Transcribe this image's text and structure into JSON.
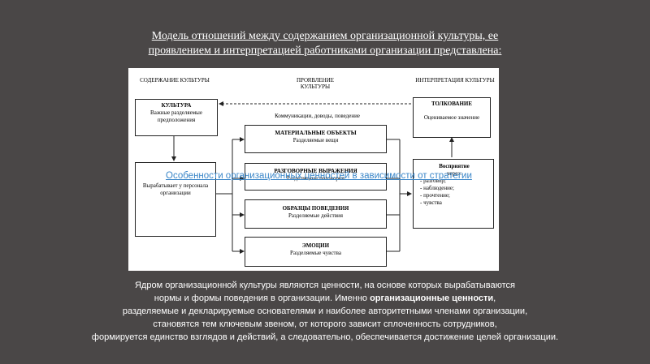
{
  "title": {
    "line1": "Модель отношений между содержанием организационной культуры, ее",
    "line2": "проявлением и интерпретацией работниками организации представлена:"
  },
  "diagram": {
    "col_left": "СОДЕРЖАНИЕ КУЛЬТУРЫ",
    "col_mid": "ПРОЯВЛЕНИЕ КУЛЬТУРЫ",
    "col_right": "ИНТЕРПРЕТАЦИЯ КУЛЬТУРЫ",
    "communications": "Коммуникации, доводы, поведение",
    "kultura": {
      "head": "КУЛЬТУРА",
      "body": "Важные разделяемые предположения"
    },
    "vyrab": {
      "body": "Вырабатывает у персонала организации"
    },
    "mat": {
      "head": "МАТЕРИАЛЬНЫЕ ОБЪЕКТЫ",
      "body": "Разделяемые вещи"
    },
    "razg": {
      "head": "РАЗГОВОРНЫЕ ВЫРАЖЕНИЯ",
      "body": "Разделяемые поговорки"
    },
    "obraz": {
      "head": "ОБРАЗЦЫ ПОВЕДЕНИЯ",
      "body": "Разделяемые действия"
    },
    "emoc": {
      "head": "ЭМОЦИИ",
      "body": "Разделяемые чувства"
    },
    "tolk": {
      "head": "ТОЛКОВАНИЕ",
      "body": "Оцениваемое значение"
    },
    "vospr": {
      "head": "Восприятие",
      "through": "через:",
      "items": [
        "- разговор;",
        "- наблюдение;",
        "- прочтение;",
        "- чувства"
      ]
    }
  },
  "hyperlink": "Особенности организационных ценностей в зависимости от стратегии",
  "paragraph": {
    "line1": "Ядром организационной культуры являются ценности, на основе которых вырабатываются",
    "line2_pre": "нормы и формы поведения в организации. Именно ",
    "line2_bold": "организационные ценности",
    "line2_post": ",",
    "line3": "разделяемые и декларируемые основателями и наиболее авторитетными членами организации,",
    "line4": "становятся тем ключевым звеном, от которого зависит сплоченность сотрудников,",
    "line5": "формируется единство взглядов и действий, а следовательно, обеспечивается достижение целей организации."
  }
}
